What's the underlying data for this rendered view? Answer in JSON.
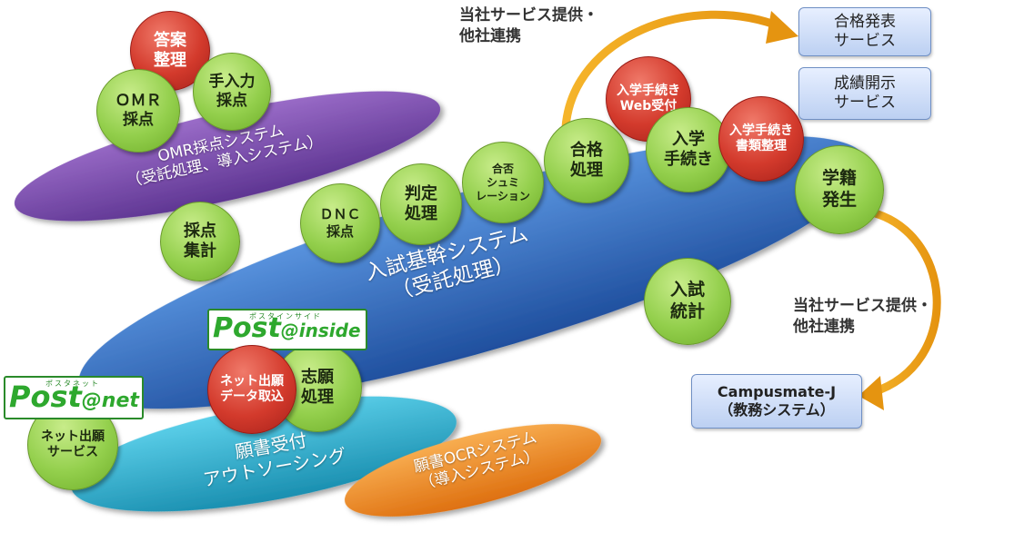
{
  "systems": {
    "omr": {
      "label": "OMR採点システム\n（受託処理、導入システム）",
      "color": "#7d4fb0"
    },
    "core": {
      "label": "入試基幹システム\n（受託処理）",
      "color": "#2f6fc0"
    },
    "outsourcing": {
      "label": "願書受付\nアウトソーシング",
      "color": "#2aa8c8"
    },
    "ocr": {
      "label": "願書OCRシステム\n（導入システム）",
      "color": "#ee8a1c"
    }
  },
  "nodes": {
    "answer_sort": "答案\n整理",
    "manual_scoring": "手入力\n採点",
    "omr_scoring": "ＯＭＲ\n採点",
    "score_total": "採点\n集計",
    "dnc_scoring": "ＤＮＣ\n採点",
    "judgment": "判定\n処理",
    "pass_sim": "合否\nシュミ\nレーション",
    "pass_processing": "合格\n処理",
    "enroll_web": "入学手続き\nWeb受付",
    "enrollment": "入学\n手続き",
    "enroll_docs": "入学手続き\n書類整理",
    "registration": "学籍\n発生",
    "exam_stats": "入試\n統計",
    "net_import": "ネット出願\nデータ取込",
    "application": "志願\n処理",
    "net_service": "ネット出願\nサービス"
  },
  "services": {
    "pass_announce": "合格発表\nサービス",
    "grade_disclosure": "成績開示\nサービス",
    "campusmate": "Campusmate-J\n（教務システム）"
  },
  "notes": {
    "top": "当社サービス提供・\n他社連携",
    "right": "当社サービス提供・\n他社連携"
  },
  "logos": {
    "post_inside": {
      "ruby": "ポスタインサイド",
      "main": "Post",
      "at": "@",
      "rest": "inside"
    },
    "post_net": {
      "ruby": "ポスタネット",
      "main": "Post",
      "at": "@",
      "rest": "net"
    }
  }
}
